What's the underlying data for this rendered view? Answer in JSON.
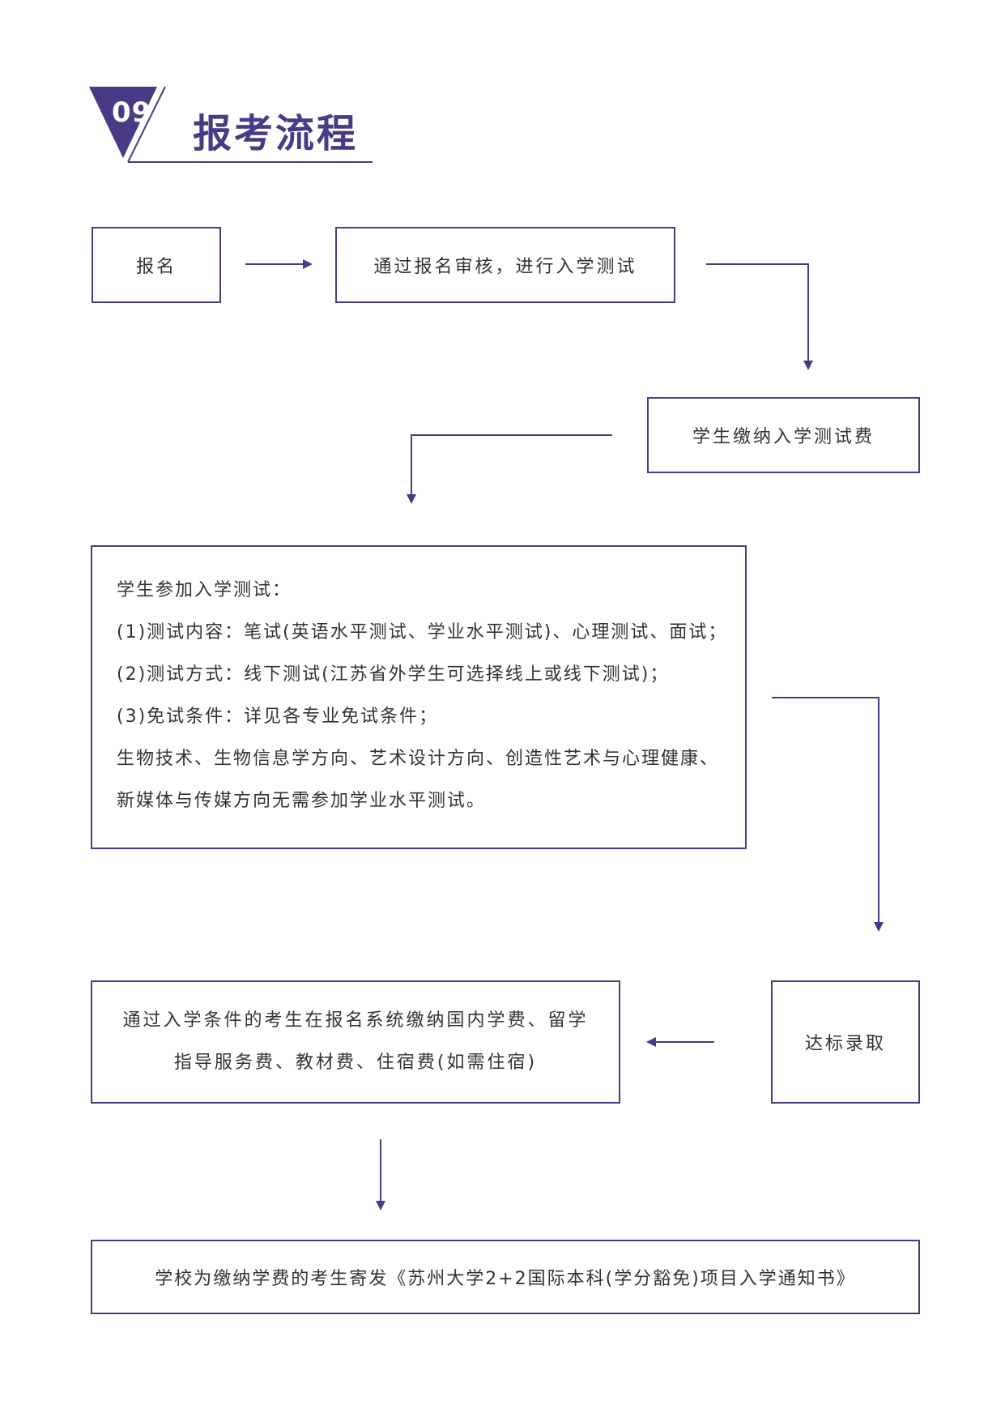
{
  "header": {
    "number": "09",
    "title": "报考流程"
  },
  "steps": {
    "register": "报名",
    "review": "通过报名审核，进行入学测试",
    "fee": "学生缴纳入学测试费",
    "test_title": "学生参加入学测试：",
    "test_lines": [
      "(1)测试内容：笔试(英语水平测试、学业水平测试)、心理测试、面试；",
      "(2)测试方式：线下测试(江苏省外学生可选择线上或线下测试)；",
      "(3)免试条件：详见各专业免试条件；",
      "生物技术、生物信息学方向、艺术设计方向、创造性艺术与心理健康、",
      "新媒体与传媒方向无需参加学业水平测试。"
    ],
    "admit": "达标录取",
    "pay_line1": "通过入学条件的考生在报名系统缴纳国内学费、留学",
    "pay_line2": "指导服务费、教材费、住宿费(如需住宿)",
    "notice": "学校为缴纳学费的考生寄发《苏州大学2+2国际本科(学分豁免)项目入学通知书》"
  },
  "colors": {
    "accent": "#4a3a86",
    "text": "#333333"
  }
}
